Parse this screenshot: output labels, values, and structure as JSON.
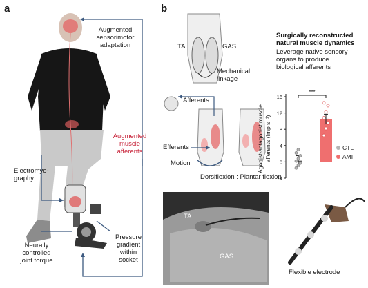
{
  "panels": {
    "a": "a",
    "b": "b"
  },
  "panel_a": {
    "labels": {
      "sensorimotor": "Augmented\nsensorimotor\nadaptation",
      "afferents": "Augmented\nmuscle\nafferents",
      "emg": "Electromyo-\ngraphy",
      "torque": "Neurally\ncontrolled\njoint torque",
      "pressure": "Pressure\ngradient\nwithin\nsocket"
    }
  },
  "panel_b": {
    "title": "Surgically reconstructed\nnatural muscle dynamics",
    "subtitle": "Leverage native sensory\norgans to produce\nbiological afferents",
    "schematic": {
      "ta": "TA",
      "gas": "GAS",
      "linkage": "Mechanical\nlinkage",
      "afferents": "Afferents",
      "efferents": "Efferents",
      "motion": "Motion",
      "dorsiflexion": "Dorsiflexion : Plantar flexion"
    },
    "photo_left": {
      "ta": "TA",
      "gas": "GAS"
    },
    "photo_right": {
      "caption": "Flexible electrode"
    }
  },
  "colors": {
    "accent_red": "#c8243a",
    "bar_fill": "#ef6f6f",
    "ctl_gray": "#b5b5b5",
    "ami_red": "#ef6f6f",
    "line_blue": "#3d5a80"
  },
  "chart_data": {
    "type": "bar",
    "categories": [
      "CTL",
      "AMI"
    ],
    "values": [
      0.2,
      10.5
    ],
    "errors": [
      1.3,
      1.2
    ],
    "points": {
      "CTL": [
        -1.5,
        -0.8,
        -0.3,
        0.2,
        0.8,
        1.5,
        2.2,
        3.0
      ],
      "AMI": [
        6.5,
        8.2,
        9.5,
        10.8,
        12.3,
        13.8,
        14.5
      ]
    },
    "ylabel": "Agonist-antagonist muscle\nafferents (Imp s⁻¹)",
    "ylim": [
      -4,
      16
    ],
    "yticks": [
      "-4",
      "0",
      "4",
      "8",
      "12",
      "16"
    ],
    "significance": "***",
    "legend": [
      "CTL",
      "AMI"
    ],
    "legend_position": "right",
    "grid": false
  }
}
